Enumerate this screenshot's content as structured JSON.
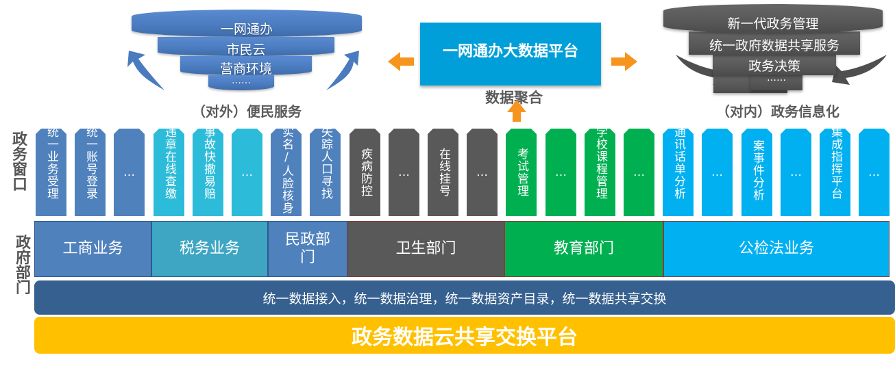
{
  "left_funnel": {
    "layers": [
      "一网通办",
      "市民云",
      "营商环境",
      "……"
    ],
    "caption": "（对外）便民服务"
  },
  "center": {
    "platform_title": "一网通办大数据平台",
    "aggregation_label": "数据聚合"
  },
  "right_stack": {
    "layers": [
      "新一代政务管理",
      "统一政府数据共享服务",
      "政务决策",
      "……"
    ],
    "caption": "（对内）政务信息化"
  },
  "side_labels": {
    "windows": "政务窗口",
    "departments": "政府部门"
  },
  "columns": [
    {
      "text": "统一业务受理",
      "color": "#4f81bd"
    },
    {
      "text": "统一账号登录",
      "color": "#4f81bd"
    },
    {
      "text": "…",
      "color": "#4f81bd"
    },
    {
      "text": "违章在线查缴",
      "color": "#2cbcd9"
    },
    {
      "text": "事故快撤易赔",
      "color": "#2cbcd9"
    },
    {
      "text": "…",
      "color": "#2cbcd9"
    },
    {
      "text": "实名/人脸核身",
      "color": "#4f81bd"
    },
    {
      "text": "失踪人口寻找",
      "color": "#4f81bd"
    },
    {
      "text": "疾病防控",
      "color": "#595959"
    },
    {
      "text": "…",
      "color": "#595959"
    },
    {
      "text": "在线挂号",
      "color": "#595959"
    },
    {
      "text": "…",
      "color": "#595959"
    },
    {
      "text": "考试管理",
      "color": "#00b050"
    },
    {
      "text": "…",
      "color": "#00b050"
    },
    {
      "text": "学校课程管理",
      "color": "#00b050"
    },
    {
      "text": "…",
      "color": "#00b050"
    },
    {
      "text": "通讯话单分析",
      "color": "#00b0f0"
    },
    {
      "text": "…",
      "color": "#00b0f0"
    },
    {
      "text": "案事件分析",
      "color": "#00b0f0"
    },
    {
      "text": "…",
      "color": "#00b0f0"
    },
    {
      "text": "集成指挥平台",
      "color": "#00b0f0"
    },
    {
      "text": "…",
      "color": "#00b0f0"
    }
  ],
  "departments": [
    {
      "label": "工商业务",
      "color": "#4f81bd"
    },
    {
      "label": "税务业务",
      "color": "#3ea6c3"
    },
    {
      "label": "民政部门",
      "color": "#4f81bd"
    },
    {
      "label": "卫生部门",
      "color": "#595959"
    },
    {
      "label": "教育部门",
      "color": "#00b050"
    },
    {
      "label": "公检法业务",
      "color": "#00b0f0"
    }
  ],
  "unified_bar": "统一数据接入，统一数据治理，统一数据资产目录，统一数据共享交换",
  "base_platform": "政务数据云共享交换平台",
  "colors": {
    "accent_orange": "#f7941d",
    "platform_blue": "#009fd9",
    "yellow": "#ffc000",
    "navy": "#36608f"
  }
}
